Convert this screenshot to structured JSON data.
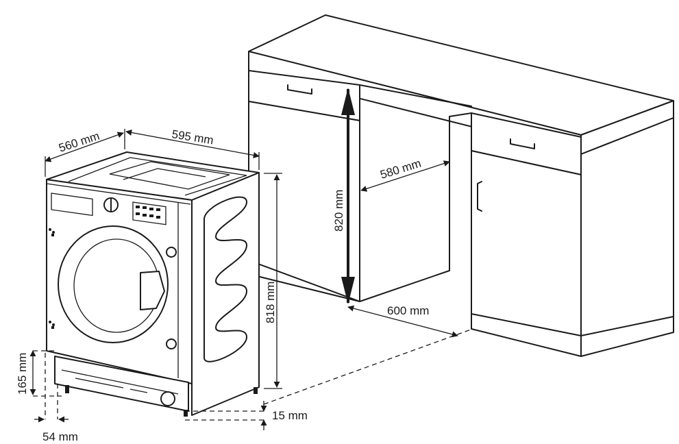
{
  "dimensions": {
    "width_560": "560 mm",
    "width_595": "595 mm",
    "depth_580": "580 mm",
    "height_820": "820 mm",
    "height_818": "818 mm",
    "depth_600": "600 mm",
    "height_165": "165 mm",
    "height_15": "15 mm",
    "offset_54": "54 mm"
  },
  "colors": {
    "line": "#1a1a1a",
    "background": "#ffffff"
  }
}
